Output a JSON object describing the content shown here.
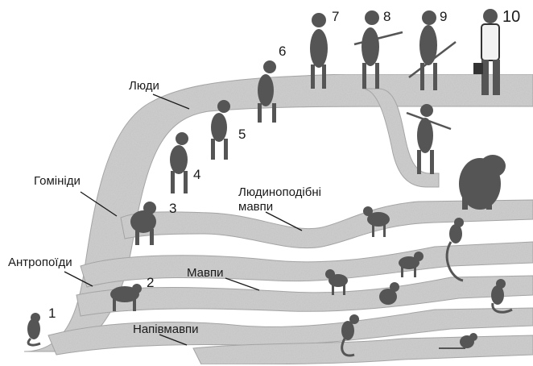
{
  "labels": {
    "people": "Люди",
    "hominids": "Гомініди",
    "anthropoids": "Антропоїди",
    "apes_line1": "Людиноподібні",
    "apes_line2": "мавпи",
    "monkeys": "Мавпи",
    "prosimians": "Напівмавпи"
  },
  "numbers": [
    "1",
    "2",
    "3",
    "4",
    "5",
    "6",
    "7",
    "8",
    "9",
    "10"
  ],
  "colors": {
    "branch": "#cfcfcf",
    "branch_edge": "#a9a9a9",
    "figure": "#555555",
    "text": "#1a1a1a"
  }
}
